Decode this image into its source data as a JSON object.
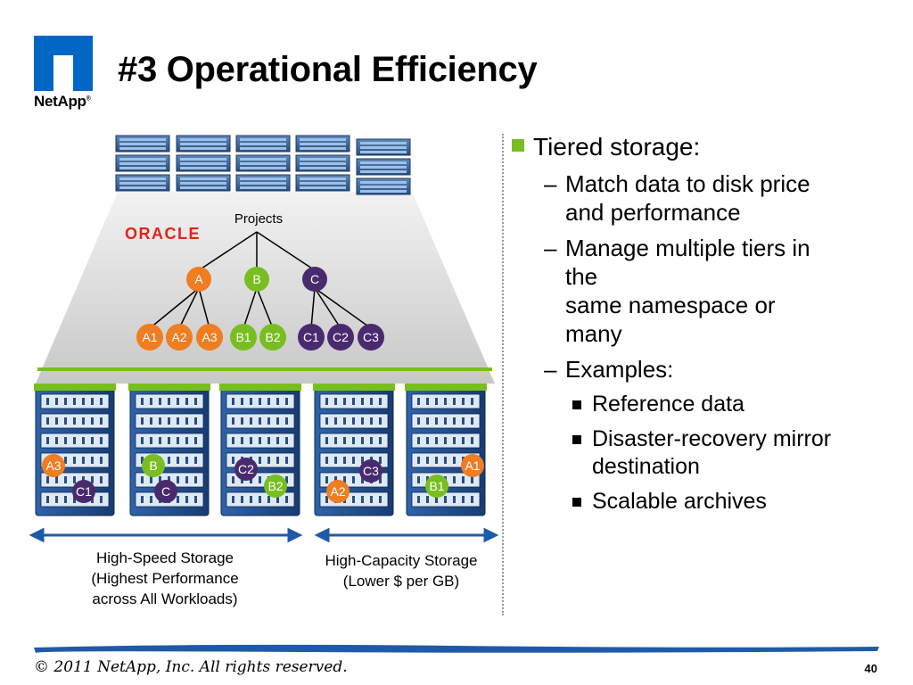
{
  "brand": {
    "logo_text": "NetApp"
  },
  "title": "#3 Operational Efficiency",
  "diagram": {
    "projects_label": "Projects",
    "oracle_label": "ORACLE",
    "projects": [
      {
        "label": "A",
        "color": "#ef7d22"
      },
      {
        "label": "B",
        "color": "#78be20"
      },
      {
        "label": "C",
        "color": "#4a2a6e"
      }
    ],
    "subprojects": [
      {
        "label": "A1",
        "color": "#ef7d22"
      },
      {
        "label": "A2",
        "color": "#ef7d22"
      },
      {
        "label": "A3",
        "color": "#ef7d22"
      },
      {
        "label": "B1",
        "color": "#78be20"
      },
      {
        "label": "B2",
        "color": "#78be20"
      },
      {
        "label": "C1",
        "color": "#4a2a6e"
      },
      {
        "label": "C2",
        "color": "#4a2a6e"
      },
      {
        "label": "C3",
        "color": "#4a2a6e"
      }
    ],
    "storage_tags": [
      {
        "label": "A3",
        "color": "#ef7d22"
      },
      {
        "label": "C1",
        "color": "#4a2a6e"
      },
      {
        "label": "B",
        "color": "#78be20"
      },
      {
        "label": "C",
        "color": "#4a2a6e"
      },
      {
        "label": "C2",
        "color": "#4a2a6e"
      },
      {
        "label": "B2",
        "color": "#78be20"
      },
      {
        "label": "C3",
        "color": "#4a2a6e"
      },
      {
        "label": "A2",
        "color": "#ef7d22"
      },
      {
        "label": "A1",
        "color": "#ef7d22"
      },
      {
        "label": "B1",
        "color": "#78be20"
      }
    ],
    "high_speed_caption": "High-Speed Storage\n(Highest Performance\nacross All Workloads)",
    "high_capacity_caption": "High-Capacity Storage\n(Lower $ per GB)"
  },
  "bullets": {
    "l1": "Tiered storage:",
    "l2_1": "Match data to disk price\nand performance",
    "l2_2": "Manage multiple tiers in\nthe\nsame namespace or\nmany",
    "l2_3": "Examples:",
    "l3_1": "Reference data",
    "l3_2": "Disaster-recovery mirror destination",
    "l3_3": "Scalable archives",
    "dash": "–"
  },
  "footer": {
    "copyright": "© 2011 NetApp, Inc. All rights reserved.",
    "page_number": "40"
  },
  "colors": {
    "accent_green": "#78be20",
    "brand_blue": "#0067c5",
    "orange": "#ef7d22",
    "purple": "#4a2a6e"
  }
}
